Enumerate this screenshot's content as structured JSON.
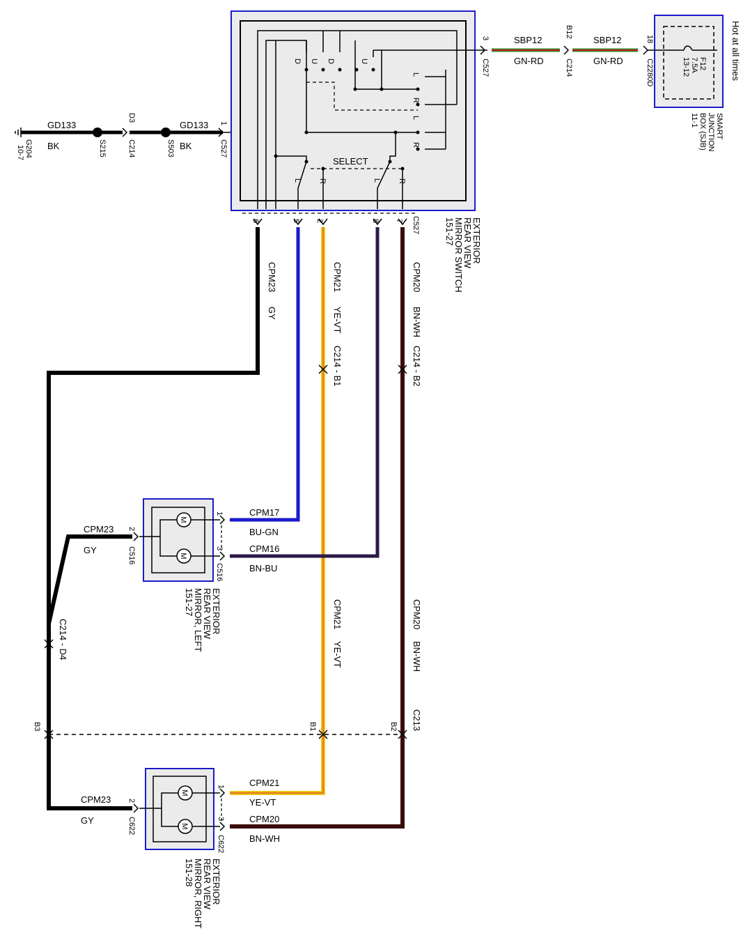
{
  "colors": {
    "switch_box_border": "#1a1acc",
    "module_fill": "#ebebeb",
    "wire_black": "#000000",
    "wire_blue": "#1a1acc",
    "wire_dark_violet": "#2c1a4a",
    "wire_brown": "#3a0d0d",
    "wire_green": "#2b8a2b",
    "wire_red": "#cc1a1a",
    "wire_yellow": "#f0c419",
    "wire_orange": "#e07a1a"
  },
  "power": {
    "hot_label": "Hot at all times",
    "fuse_name": "F12",
    "fuse_rating": "7.5A",
    "fuse_ref": "13-12",
    "sjb_line1": "SMART",
    "sjb_line2": "JUNCTION",
    "sjb_line3": "BOX (SJB)",
    "sjb_line4": "11-1",
    "c2280d_pin": "18",
    "c2280d_name": "C2280D",
    "feed_circuit": "SBP12",
    "feed_color": "GN-RD",
    "c214_pin": "B12",
    "c214_name": "C214",
    "c527_pin": "3",
    "c527_name": "C527"
  },
  "ground": {
    "g204_name": "G204",
    "g204_ref": "10-7",
    "circuit": "GD133",
    "color": "BK",
    "s215": "S215",
    "c214_pin": "D3",
    "c214_name": "C214",
    "s503": "S503",
    "c527_pin": "1",
    "c527_name": "C527"
  },
  "switch": {
    "label_line1": "EXTERIOR",
    "label_line2": "REAR VIEW",
    "label_line3": "MIRROR SWITCH",
    "label_line4": "151-27",
    "select_label": "SELECT",
    "letter_d": "D",
    "letter_u": "U",
    "letter_l": "L",
    "letter_r": "R",
    "connector": "C527",
    "pin6": "6",
    "pin5": "5",
    "pin2": "2",
    "pin8": "8",
    "pin7": "7"
  },
  "wires": {
    "cpm23": "CPM23",
    "gy": "GY",
    "cpm21": "CPM21",
    "ye_vt": "YE-VT",
    "cpm20": "CPM20",
    "bn_wh": "BN-WH",
    "cpm17": "CPM17",
    "bu_gn": "BU-GN",
    "cpm16": "CPM16",
    "bn_bu": "BN-BU"
  },
  "inline_c214": {
    "b1": "C214 - B1",
    "b2": "C214 - B2",
    "d4": "C214 - D4"
  },
  "c213": {
    "name": "C213",
    "b3": "B3",
    "b1": "B1",
    "b2": "B2"
  },
  "mirror_left": {
    "label_line1": "EXTERIOR",
    "label_line2": "REAR VIEW",
    "label_line3": "MIRROR, LEFT",
    "label_line4": "151-27",
    "connector": "C516",
    "pin1": "1",
    "pin2": "2",
    "pin3": "3",
    "motor": "M"
  },
  "mirror_right": {
    "label_line1": "EXTERIOR",
    "label_line2": "REAR VIEW",
    "label_line3": "MIRROR, RIGHT",
    "label_line4": "151-28",
    "connector": "C622",
    "pin1": "1",
    "pin2": "2",
    "pin3": "3",
    "motor": "M"
  }
}
